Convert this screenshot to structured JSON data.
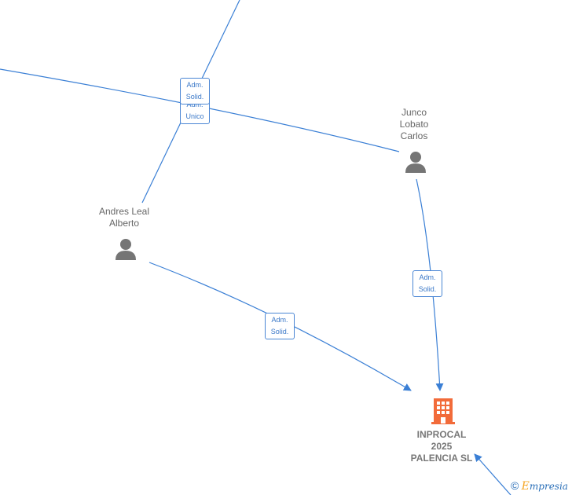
{
  "nodes": {
    "junco": {
      "name_lines": [
        "Junco",
        "Lobato",
        "Carlos"
      ],
      "icon": "person-icon"
    },
    "andres": {
      "name_lines": [
        "Andres Leal",
        "Alberto"
      ],
      "icon": "person-icon"
    },
    "company": {
      "name_lines": [
        "INPROCAL",
        "2025",
        "PALENCIA  SL"
      ],
      "icon": "building-icon",
      "color": "#f26b3a"
    }
  },
  "edges": {
    "top_adm_solid": [
      "Adm.",
      "Solid."
    ],
    "top_adm_unico": [
      "Adm.",
      "Unico"
    ],
    "junco_to_company": [
      "Adm.",
      "Solid."
    ],
    "andres_to_company": [
      "Adm.",
      "Solid."
    ]
  },
  "colors": {
    "edge": "#3a7fd5",
    "person": "#757575",
    "company": "#f26b3a"
  },
  "watermark": {
    "copyright": "©",
    "brand_first": "E",
    "brand_rest": "mpresia"
  }
}
